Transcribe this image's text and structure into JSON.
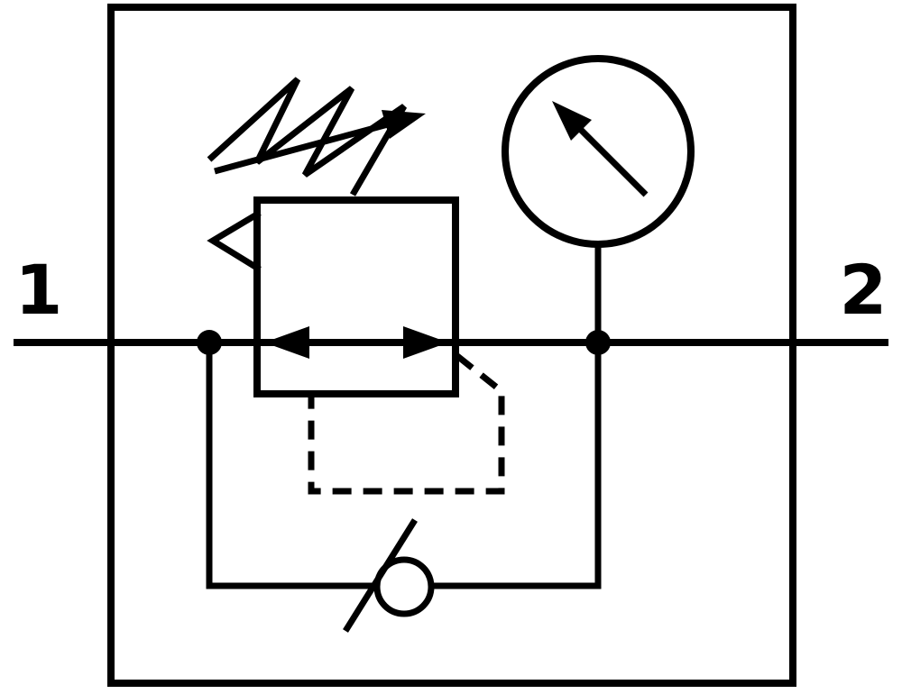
{
  "diagram": {
    "type": "pneumatic-circuit-symbol",
    "ports": {
      "inlet_label": "1",
      "outlet_label": "2"
    },
    "colors": {
      "line": "#000000",
      "background": "#ffffff"
    },
    "components": [
      "enclosure",
      "main-flow-line",
      "pressure-regulator-valve",
      "adjustable-spring",
      "relief-vent",
      "pressure-gauge",
      "pilot-control-line",
      "bypass-line",
      "check-valve"
    ]
  }
}
